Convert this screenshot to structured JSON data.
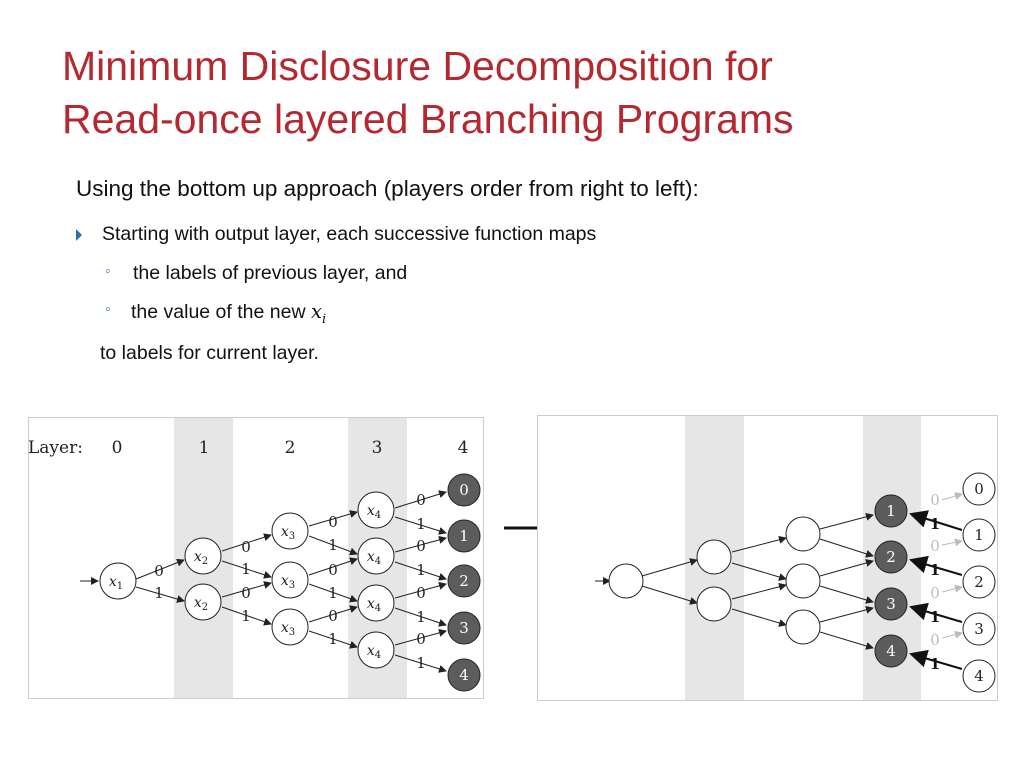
{
  "title_line1": "Minimum Disclosure Decomposition for",
  "title_line2": "Read-once layered Branching Programs",
  "intro": "Using the bottom up approach (players order from right to left):",
  "bullet": "Starting with output layer, each successive function maps",
  "sub1": " the labels of previous layer,  and",
  "sub2": "the value of the new",
  "sub2_var": "x",
  "sub2_var_sub": "i",
  "closing": "to  labels for current layer.",
  "left_diagram": {
    "layer_label": "Layer:",
    "layers": [
      "0",
      "1",
      "2",
      "3",
      "4"
    ],
    "var_names": {
      "x1": "x",
      "x1_sub": "1",
      "x2": "x",
      "x2_sub": "2",
      "x3": "x",
      "x3_sub": "3",
      "x4": "x",
      "x4_sub": "4"
    },
    "edge_labels": [
      "0",
      "1"
    ],
    "outputs": [
      "0",
      "1",
      "2",
      "3",
      "4"
    ]
  },
  "right_diagram": {
    "layer3_labels": [
      "1",
      "2",
      "3",
      "4"
    ],
    "edge_labels": [
      "0",
      "1"
    ],
    "outputs": [
      "0",
      "1",
      "2",
      "3",
      "4"
    ]
  },
  "colors": {
    "title": "#b5282f",
    "bullet_accent": "#2a6ebb",
    "shade": "#e6e6e6",
    "dark_node": "#5c5c5c"
  }
}
